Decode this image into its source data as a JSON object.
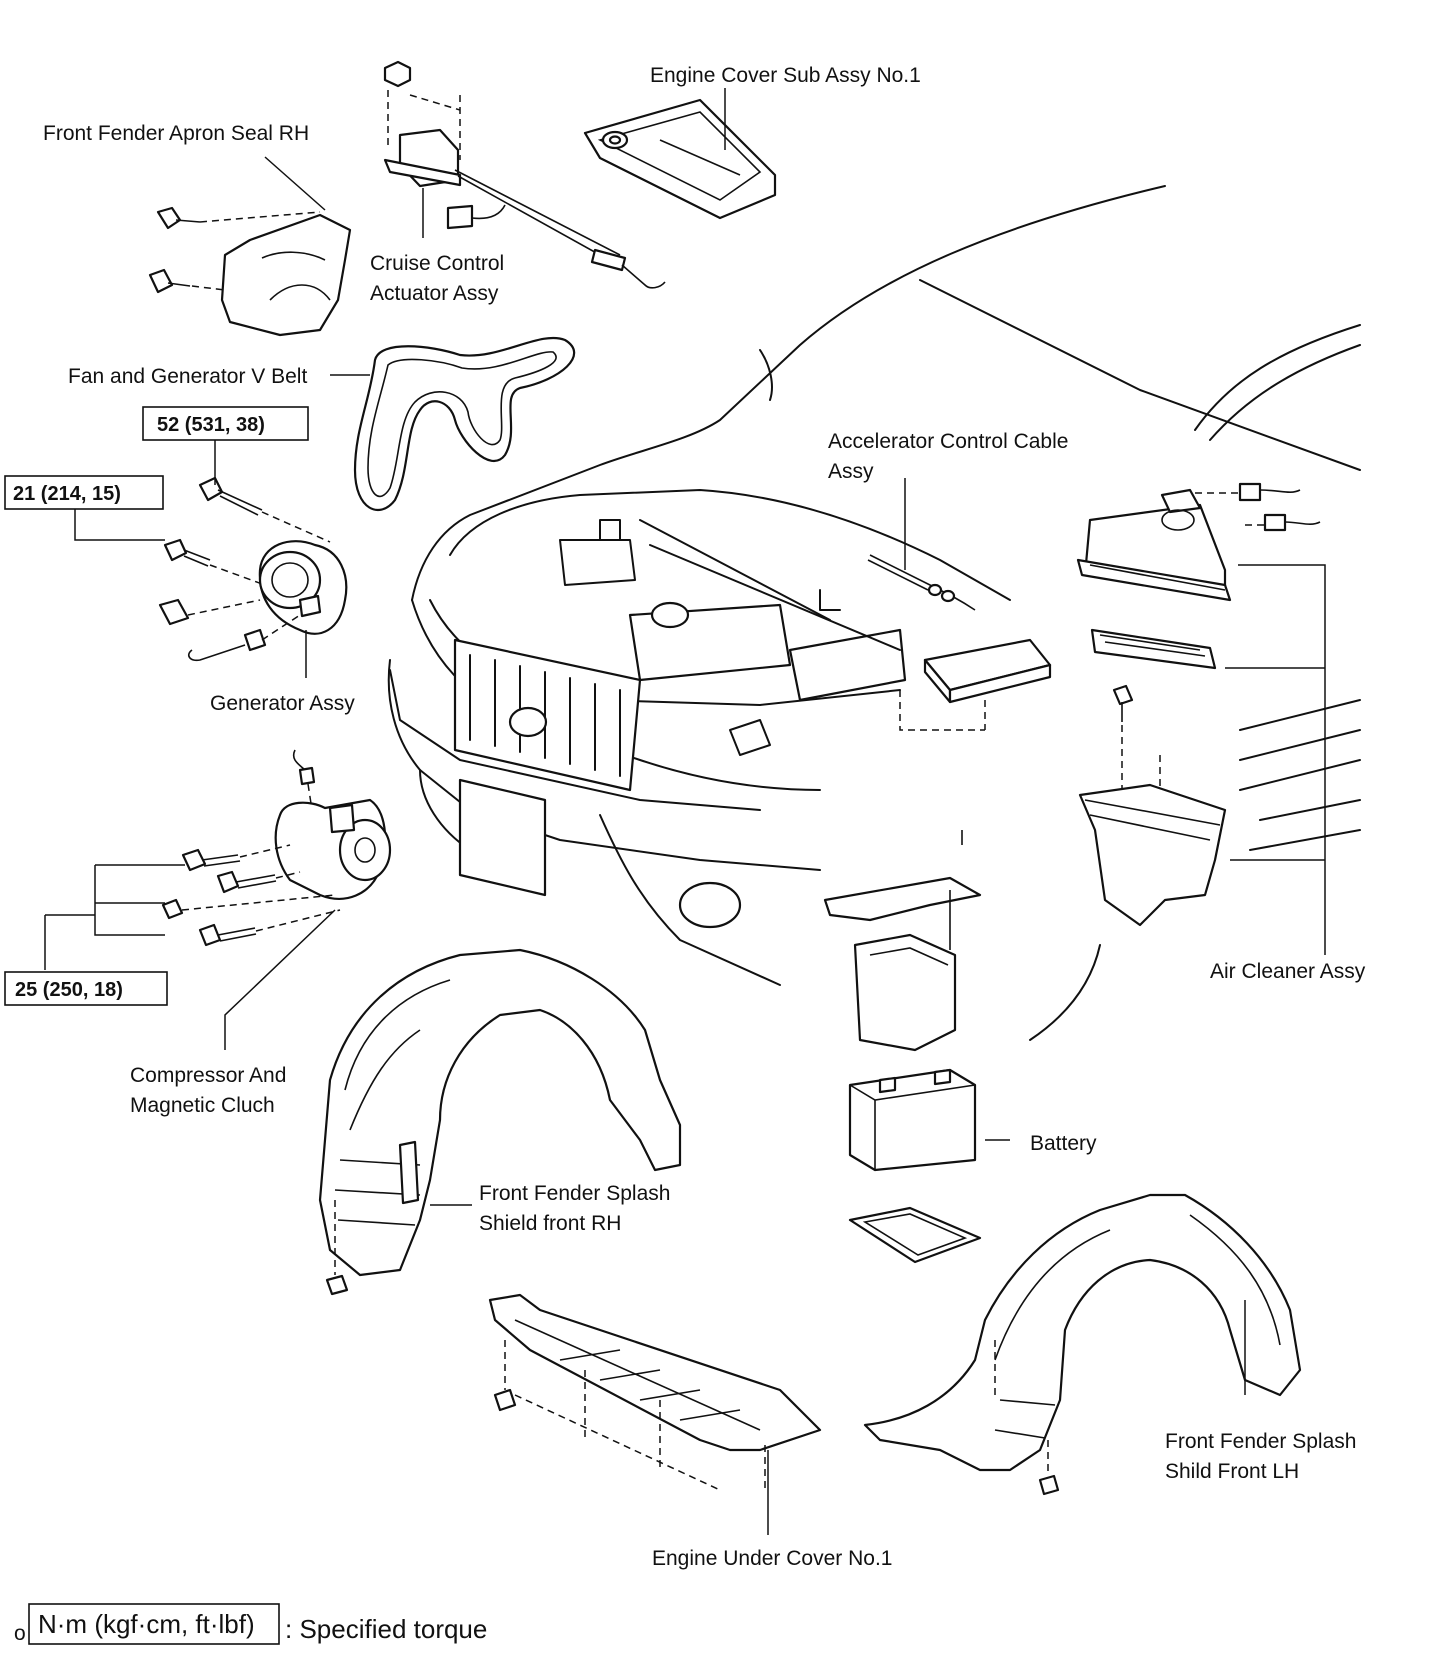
{
  "labels": {
    "engine_cover": "Engine Cover Sub Assy No.1",
    "apron_seal": "Front Fender Apron Seal RH",
    "cruise_1": "Cruise Control",
    "cruise_2": "Actuator Assy",
    "v_belt": "Fan and Generator V Belt",
    "accel_1": "Accelerator  Control  Cable",
    "accel_2": "Assy",
    "generator": "Generator Assy",
    "compressor_1": "Compressor And",
    "compressor_2": "Magnetic Cluch",
    "air_cleaner": "Air Cleaner Assy",
    "battery": "Battery",
    "splash_rh_1": "Front Fender Splash",
    "splash_rh_2": "Shield front RH",
    "splash_lh_1": "Front Fender Splash",
    "splash_lh_2": "Shild Front LH",
    "under_cover": "Engine Under Cover No.1"
  },
  "torque": {
    "generator_upper": "52 (531, 38)",
    "generator_lower": "21 (214, 15)",
    "compressor": "25 (250, 18)"
  },
  "legend": {
    "prefix": "o",
    "unit": "N·m (kgf·cm, ft·lbf)",
    "text": ": Specified torque"
  }
}
